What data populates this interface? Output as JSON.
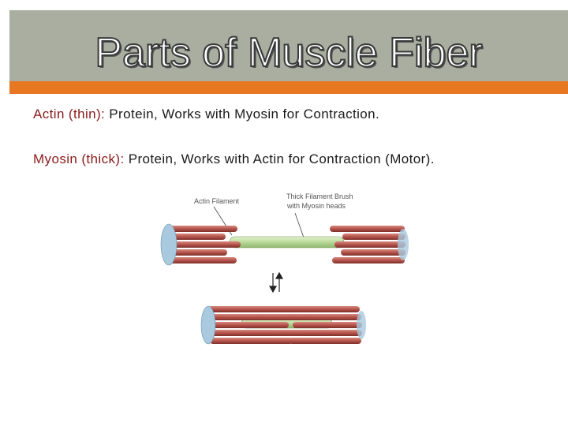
{
  "slide": {
    "title": "Parts of Muscle Fiber",
    "bullets": [
      {
        "term": "Actin",
        "qualifier": "(thin):",
        "text": " Protein, Works with Myosin for Contraction."
      },
      {
        "term": "Myosin",
        "qualifier": "(thick):",
        "text": " Protein, Works with Actin for Contraction (Motor)."
      }
    ]
  },
  "diagram": {
    "label_actin": "Actin Filament",
    "label_thick_line1": "Thick Filament Brush",
    "label_thick_line2": "with Myosin heads"
  },
  "colors": {
    "title_bar": "#a9aea0",
    "accent": "#e87722",
    "term": "#8b1a1a",
    "actin": "#b5544c",
    "myosin": "#b8d99a",
    "end_cap": "#a8c9de"
  }
}
